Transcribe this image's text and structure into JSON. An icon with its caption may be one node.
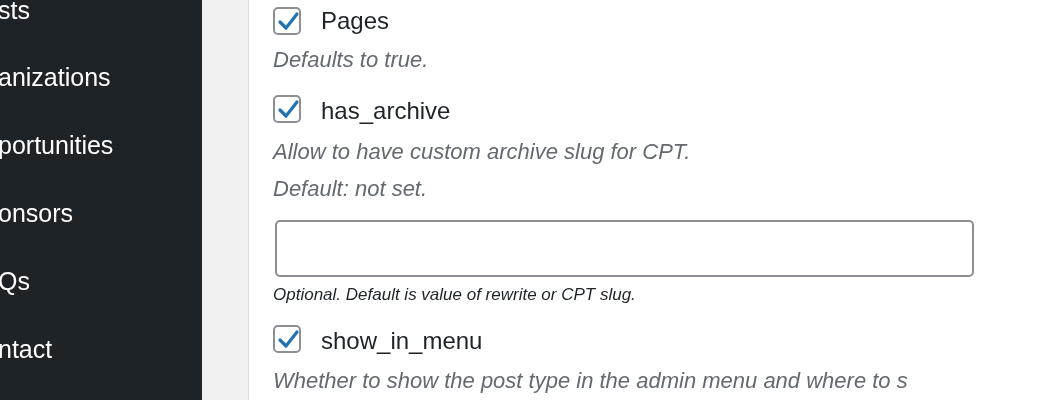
{
  "diagram": {
    "labels": [
      "sts",
      "anizations",
      "portunities",
      "onsors",
      "Qs",
      "ntact",
      "Pages",
      "Defaults to true.",
      "has_archive",
      "Allow to have custom archive slug for CPT.",
      "Default: not set.",
      "Optional. Default is value of rewrite or CPT slug.",
      "show_in_menu",
      "Whether to show the post type in the admin menu and where to s"
    ]
  }
}
